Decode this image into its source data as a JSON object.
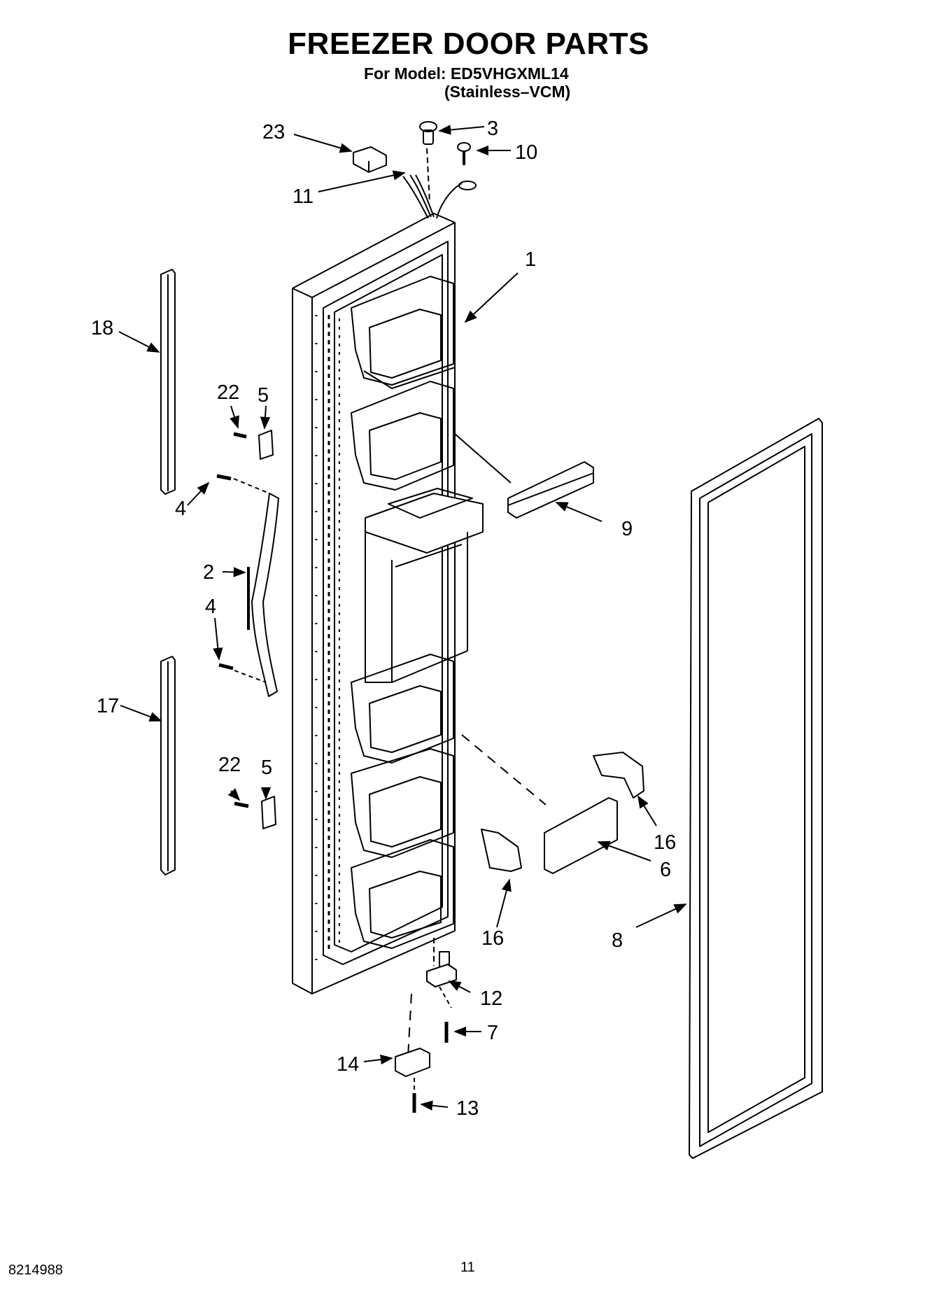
{
  "header": {
    "title": "FREEZER DOOR PARTS",
    "model_line": "For Model: ED5VHGXML14",
    "variant_line": "(Stainless–VCM)"
  },
  "callouts": [
    {
      "id": "c23",
      "label": "23"
    },
    {
      "id": "c3",
      "label": "3"
    },
    {
      "id": "c10",
      "label": "10"
    },
    {
      "id": "c11",
      "label": "11"
    },
    {
      "id": "c1",
      "label": "1"
    },
    {
      "id": "c18",
      "label": "18"
    },
    {
      "id": "c22a",
      "label": "22"
    },
    {
      "id": "c5a",
      "label": "5"
    },
    {
      "id": "c4a",
      "label": "4"
    },
    {
      "id": "c9",
      "label": "9"
    },
    {
      "id": "c2",
      "label": "2"
    },
    {
      "id": "c4b",
      "label": "4"
    },
    {
      "id": "c17",
      "label": "17"
    },
    {
      "id": "c22b",
      "label": "22"
    },
    {
      "id": "c5b",
      "label": "5"
    },
    {
      "id": "c16a",
      "label": "16"
    },
    {
      "id": "c6",
      "label": "6"
    },
    {
      "id": "c16b",
      "label": "16"
    },
    {
      "id": "c8",
      "label": "8"
    },
    {
      "id": "c12",
      "label": "12"
    },
    {
      "id": "c7",
      "label": "7"
    },
    {
      "id": "c14",
      "label": "14"
    },
    {
      "id": "c13",
      "label": "13"
    }
  ],
  "footer": {
    "doc_number": "8214988",
    "page_number": "11"
  }
}
